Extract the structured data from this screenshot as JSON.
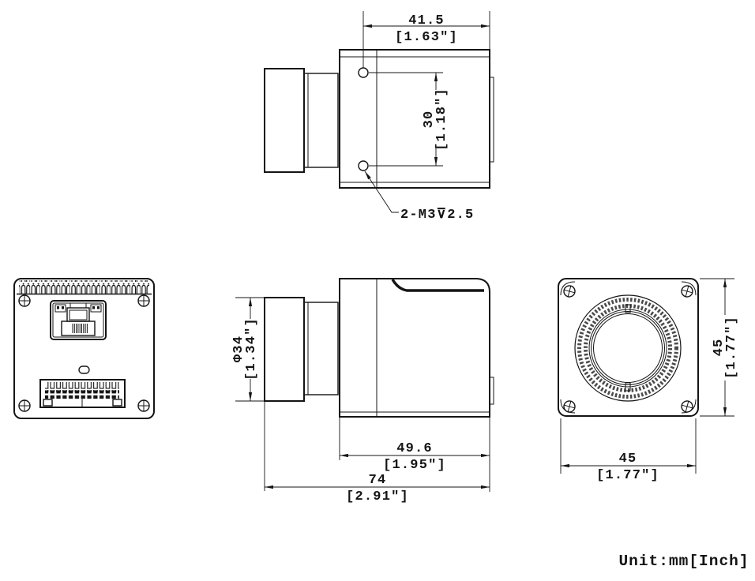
{
  "unit_note": "Unit:mm[Inch]",
  "dimensions": {
    "mount_hole_offset": {
      "mm": "41.5",
      "inch": "[1.63″]"
    },
    "mount_hole_spacing": {
      "mm": "30",
      "inch": "[1.18″]"
    },
    "mount_hole_callout": "2-M3⊽2.5",
    "lens_diameter": {
      "mm": "Φ34",
      "inch": "[1.34″]"
    },
    "body_length": {
      "mm": "49.6",
      "inch": "[1.95″]"
    },
    "total_length": {
      "mm": "74",
      "inch": "[2.91″]"
    },
    "body_height": {
      "mm": "45",
      "inch": "[1.77″]"
    },
    "body_width": {
      "mm": "45",
      "inch": "[1.77″]"
    }
  }
}
